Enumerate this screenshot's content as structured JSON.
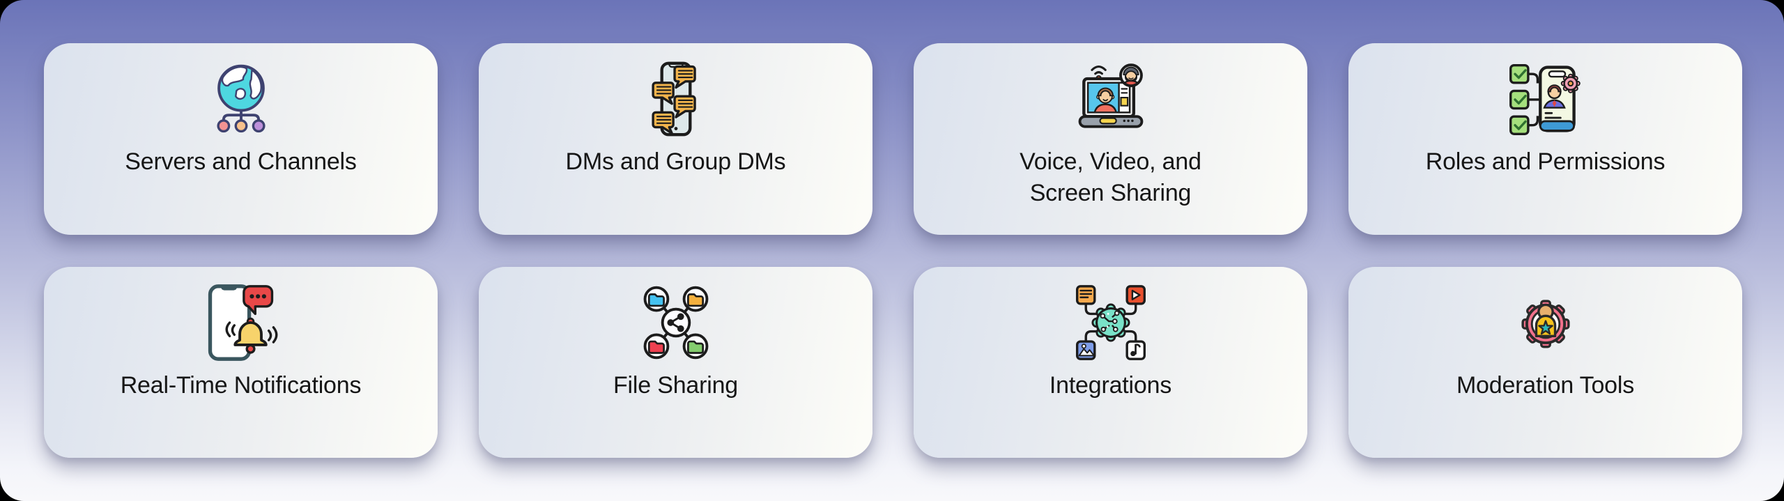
{
  "background": {
    "top_color": "#6b74b8",
    "bottom_color": "#f8f8fb",
    "corner_color": "#000000",
    "card_gradient_start": "#dbe2ee",
    "card_gradient_end": "#fdfdf8"
  },
  "text_color": "#161616",
  "cards": [
    {
      "label": "Servers and Channels",
      "icon": "globe-network-icon"
    },
    {
      "label": "DMs and Group DMs",
      "icon": "phone-chat-bubbles-icon"
    },
    {
      "label": "Voice, Video, and\nScreen Sharing",
      "icon": "video-call-laptop-icon"
    },
    {
      "label": "Roles and Permissions",
      "icon": "checklist-profile-icon"
    },
    {
      "label": "Real-Time Notifications",
      "icon": "phone-bell-alert-icon"
    },
    {
      "label": "File Sharing",
      "icon": "share-folders-icon"
    },
    {
      "label": "Integrations",
      "icon": "gear-connected-apps-icon"
    },
    {
      "label": "Moderation Tools",
      "icon": "gear-star-badge-icon"
    }
  ]
}
